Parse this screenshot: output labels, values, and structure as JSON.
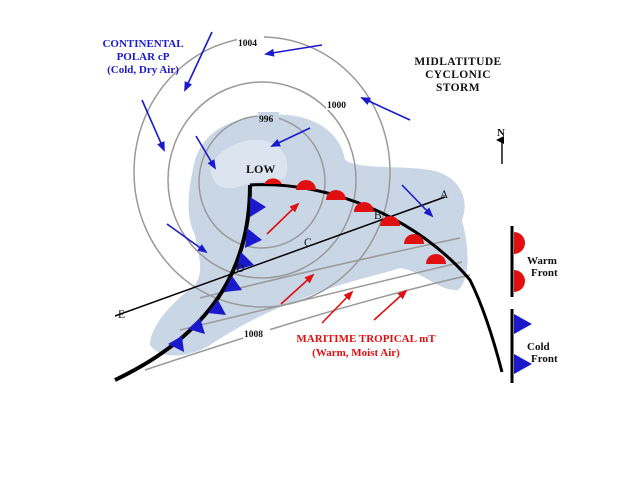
{
  "title": {
    "line1": "MIDLATITUDE",
    "line2": "CYCLONIC",
    "line3": "STORM"
  },
  "continental": {
    "line1": "CONTINENTAL",
    "line2": "POLAR  cP",
    "line3": "(Cold, Dry Air)"
  },
  "maritime": {
    "line1": "MARITIME  TROPICAL   mT",
    "line2": "(Warm, Moist Air)"
  },
  "low_label": "LOW",
  "isobars": {
    "i1004": "1004",
    "i1000": "1000",
    "i996": "996",
    "i1008": "1008"
  },
  "points": {
    "A": "A",
    "B": "B",
    "C": "C",
    "D": "D",
    "E": "E"
  },
  "north": "N",
  "legend": {
    "warm_line1": "Warm",
    "warm_line2": "Front",
    "cold_line1": "Cold",
    "cold_line2": "Front"
  },
  "colors": {
    "cold_air": "#1a1acc",
    "warm_air": "#e01010",
    "cloud": "#c9d6e6",
    "isobar": "#9a9a9a",
    "front": "#000000"
  }
}
